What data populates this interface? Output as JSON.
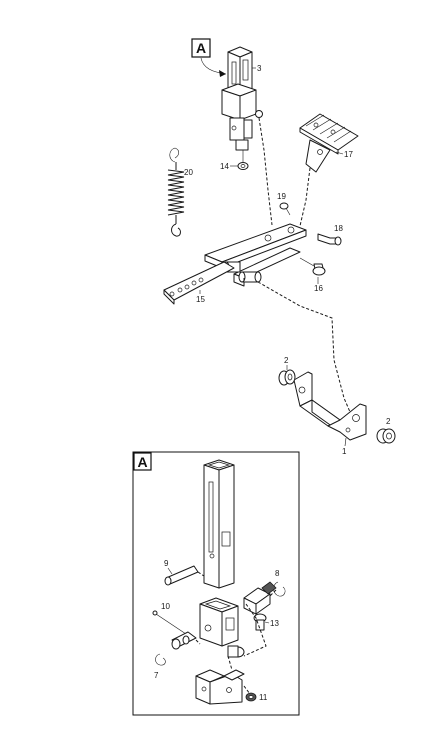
{
  "callouts": {
    "ref_a_top": "A",
    "ref_a_detail": "A",
    "p1": "1",
    "p2_left": "2",
    "p2_right": "2",
    "p3": "3",
    "p7": "7",
    "p8": "8",
    "p9": "9",
    "p10": "10",
    "p11": "11",
    "p13": "13",
    "p14": "14",
    "p15": "15",
    "p16": "16",
    "p17": "17",
    "p18": "18",
    "p19": "19",
    "p20": "20"
  }
}
